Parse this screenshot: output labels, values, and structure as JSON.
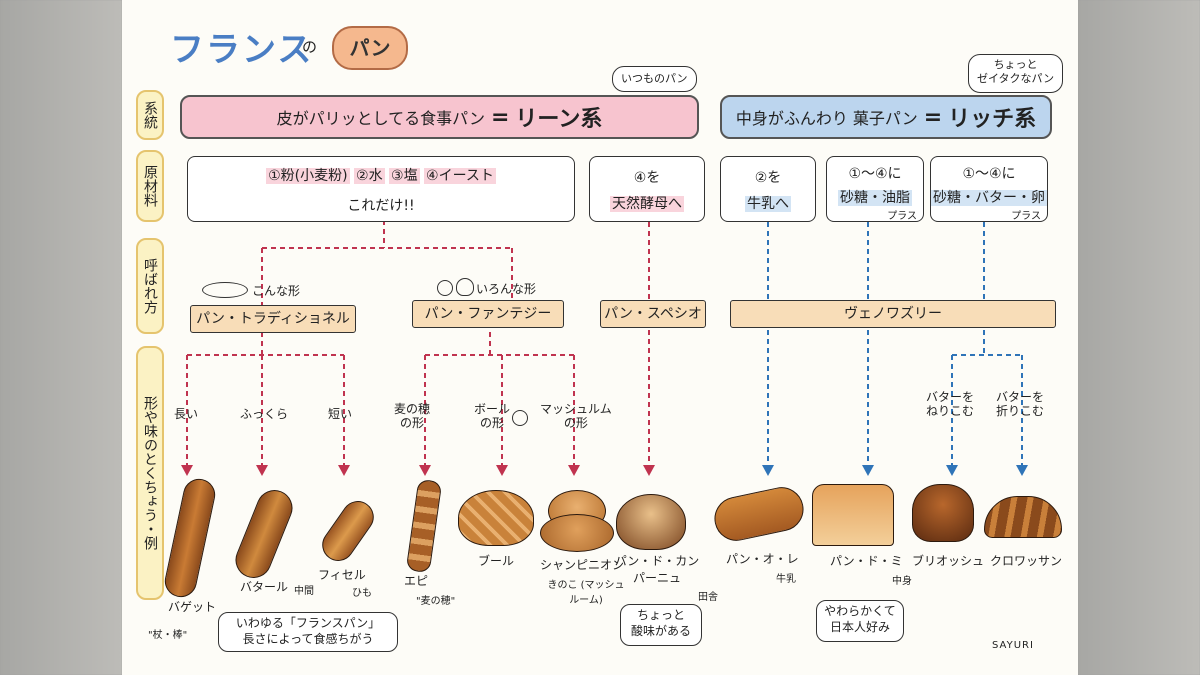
{
  "title": {
    "part1": "フランス",
    "part2": "の",
    "part3": "パン"
  },
  "row_labels": [
    "系統",
    "原材料",
    "呼ばれ方",
    "形や味のとくちょう・例"
  ],
  "systems": {
    "lean": {
      "prefix": "皮がパリッとしてる食事パン",
      "equals": "=",
      "name": "リーン系",
      "bubble": "いつものパン"
    },
    "rich": {
      "prefix": "中身がふんわり 菓子パン",
      "equals": "=",
      "name": "リッチ系",
      "bubble_l1": "ちょっと",
      "bubble_l2": "ゼイタクなパン"
    }
  },
  "ingredients": {
    "main": {
      "i1": "①粉(小麦粉)",
      "i2": "②水",
      "i3": "③塩",
      "i4": "④イースト",
      "line2": "これだけ!!"
    },
    "natural": {
      "l1": "④を",
      "l2": "天然酵母へ"
    },
    "milk": {
      "l1": "②を",
      "l2": "牛乳へ"
    },
    "sugar": {
      "l1": "①〜④に",
      "l2": "砂糖・油脂",
      "plus": "プラス"
    },
    "butter": {
      "l1": "①〜④に",
      "l2": "砂糖・バター・卵",
      "plus": "プラス"
    }
  },
  "names": {
    "trad": "パン・トラディショネル",
    "trad_shape": "こんな形",
    "fant": "パン・ファンテジー",
    "fant_shape": "いろんな形",
    "spec": "パン・スペシオ",
    "vien": "ヴェノワズリー"
  },
  "features": {
    "long": "長い",
    "fluffy": "ふっくら",
    "short": "短い",
    "wheat_l1": "麦の穂",
    "wheat_l2": "の形",
    "ball_l1": "ボール",
    "ball_l2": "の形",
    "mush_l1": "マッシュルム",
    "mush_l2": "の形",
    "knead_l1": "バターを",
    "knead_l2": "ねりこむ",
    "fold_l1": "バターを",
    "fold_l2": "折りこむ"
  },
  "breads": [
    {
      "name": "バゲット",
      "note": "\"杖・棒\""
    },
    {
      "name": "バタール",
      "note": "中間"
    },
    {
      "name": "フィセル",
      "note": "ひも"
    },
    {
      "name": "エピ",
      "note": "\"麦の穂\""
    },
    {
      "name": "ブール",
      "note": ""
    },
    {
      "name": "シャンピニオン",
      "note": "きのこ (マッシュルーム)"
    },
    {
      "name": "パン・ド・カンパーニュ",
      "note": "田舎"
    },
    {
      "name": "パン・オ・レ",
      "note": "牛乳"
    },
    {
      "name": "パン・ド・ミ",
      "note": "中身"
    },
    {
      "name": "ブリオッシュ",
      "note": ""
    },
    {
      "name": "クロワッサン",
      "note": ""
    }
  ],
  "notes": {
    "france_l1": "いわゆる「フランスパン」",
    "france_l2": "長さによって食感ちがう",
    "sour_l1": "ちょっと",
    "sour_l2": "酸味がある",
    "soft_l1": "やわらかくて",
    "soft_l2": "日本人好み"
  },
  "signature": "SAYURI",
  "colors": {
    "lean": "#f7c4cf",
    "rich": "#bcd5ee",
    "lean_arrow": "#c0334f",
    "rich_arrow": "#2f74b8",
    "label": "#fbf2c4"
  }
}
